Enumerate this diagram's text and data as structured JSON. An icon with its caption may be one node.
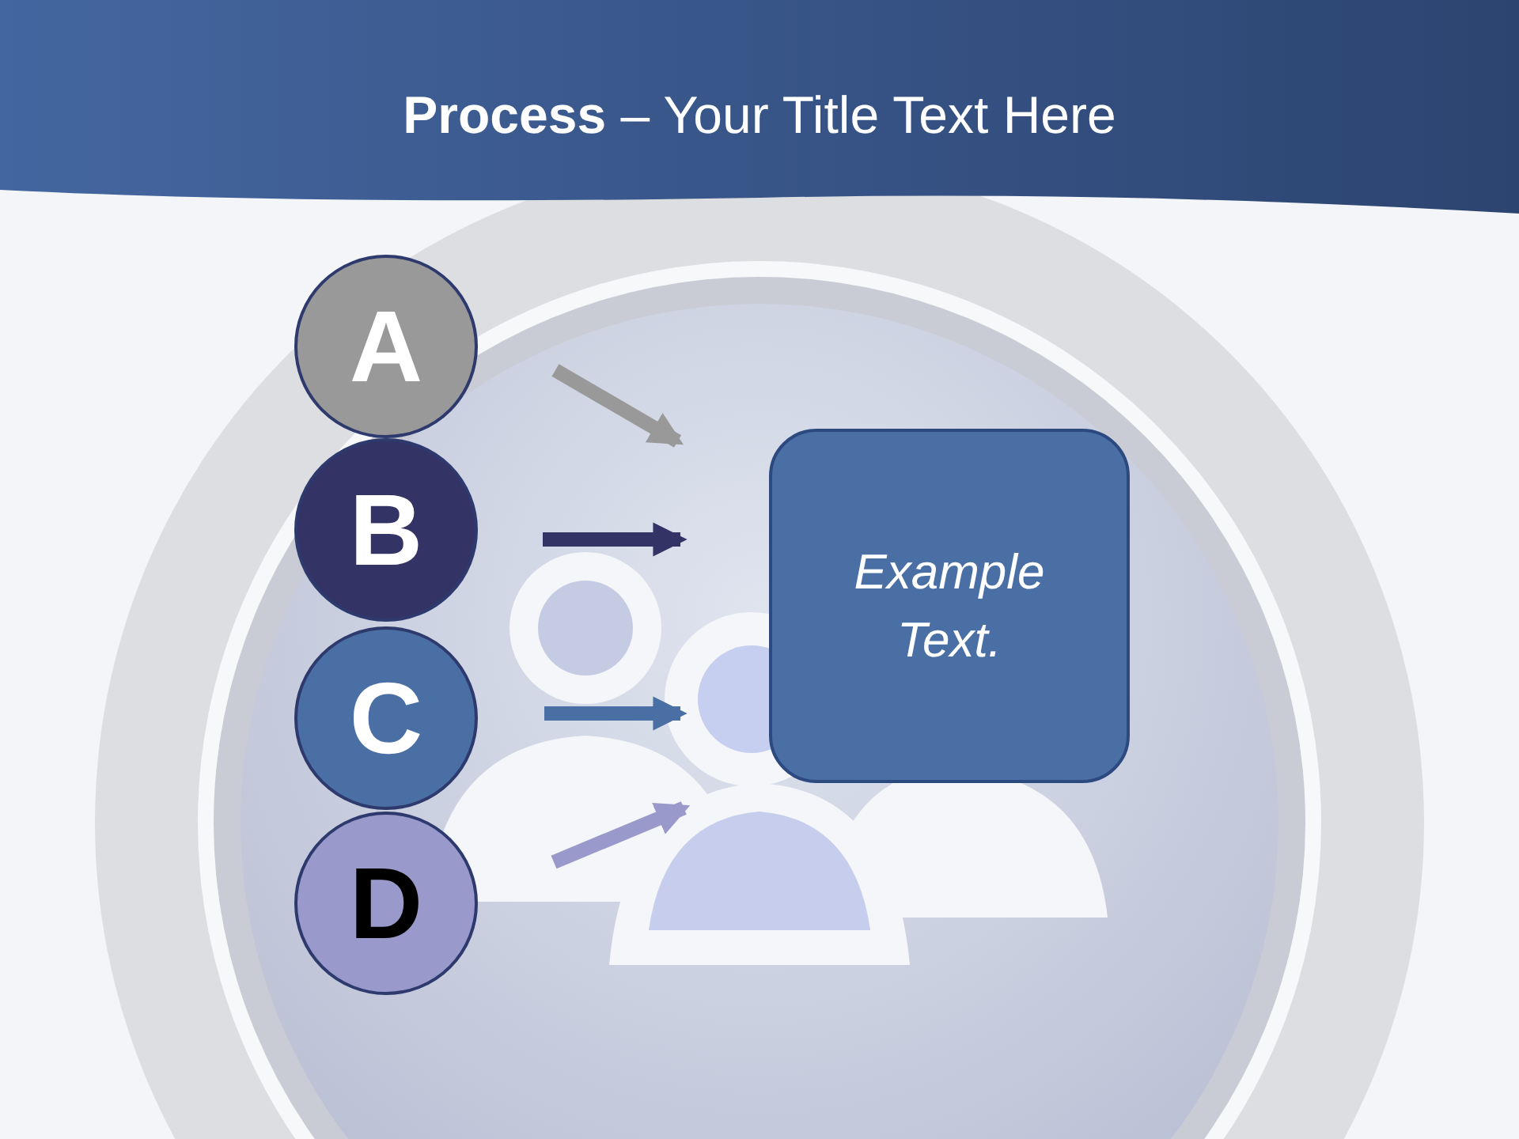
{
  "diagram": {
    "title": "**Process** – Your Title Text Here",
    "nodes": [
      {
        "text": [
          "A"
        ]
      },
      {
        "text": [
          "B"
        ]
      },
      {
        "text": [
          "C"
        ]
      },
      {
        "text": [
          "D"
        ]
      },
      {
        "text": [
          "Example Text."
        ]
      }
    ],
    "edges": [
      {
        "from": 0,
        "to": 4,
        "arrow": "to",
        "color": "#999999"
      },
      {
        "from": 1,
        "to": 4,
        "arrow": "to",
        "color": "#333366"
      },
      {
        "from": 2,
        "to": 4,
        "arrow": "to",
        "color": "#4a6fa5"
      },
      {
        "from": 3,
        "to": 4,
        "arrow": "to",
        "color": "#9999cc"
      }
    ]
  }
}
